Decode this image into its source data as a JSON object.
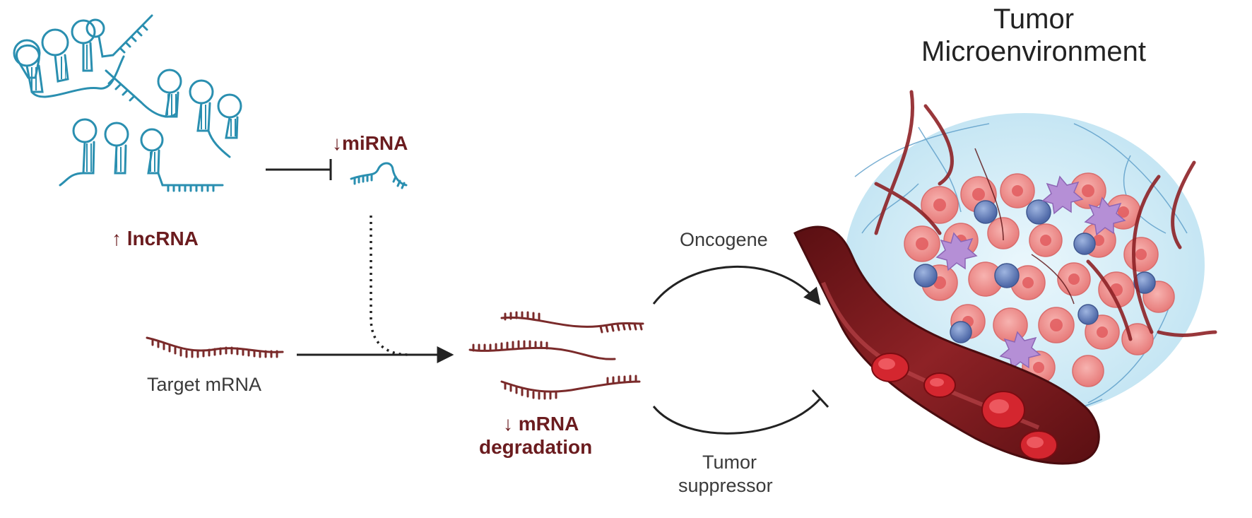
{
  "labels": {
    "lncrna": "↑ lncRNA",
    "mirna": "↓miRNA",
    "target_mrna": "Target mRNA",
    "mrna_degradation_line1": "↓ mRNA",
    "mrna_degradation_line2": "degradation",
    "oncogene": "Oncogene",
    "tumor_suppressor_line1": "Tumor",
    "tumor_suppressor_line2": "suppressor",
    "tme_line1": "Tumor",
    "tme_line2": "Microenvironment"
  },
  "colors": {
    "lncrna_strand": "#2a8fb0",
    "mrna_strand": "#7a2a2a",
    "label_text": "#6b1c1f",
    "arrow": "#222222",
    "vessel": "#7a1a1e",
    "tumor_cell": "#f08a8a",
    "immune_cell": "#6b86c0",
    "stroma": "#bfe3f2"
  },
  "icons": [
    "lncrna-hairpin-icon",
    "mirna-fragment-icon",
    "mrna-strand-icon",
    "blood-vessel-icon",
    "tumor-cell-cluster-icon"
  ]
}
